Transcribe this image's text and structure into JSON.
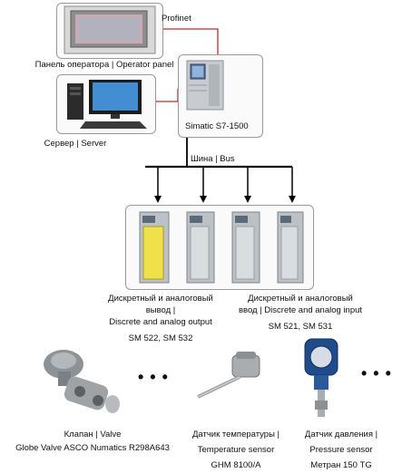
{
  "diagram": {
    "profinet_label": "Profinet",
    "operator_panel_label": "Панель оператора | Operator panel",
    "server_label": "Сервер | Server",
    "plc_label": "Simatic S7-1500",
    "bus_label": "Шина | Bus",
    "output_module": {
      "line1": "Дискретный и аналоговый",
      "line2": "вывод |",
      "line3": "Discrete and analog output",
      "model": "SM  522, SM  532"
    },
    "input_module": {
      "line1": "Дискретный и аналоговый",
      "line2": "ввод | Discrete and analog input",
      "model": "SM  521, SM  531"
    },
    "valve": {
      "line1": "Клапан | Valve",
      "line2": "Globe Valve ASCO Numatics R298A643"
    },
    "temperature_sensor": {
      "line1": "Датчик температуры |",
      "line2": "Temperature sensor",
      "model": "GHM 8100/A"
    },
    "pressure_sensor": {
      "line1": "Датчик давления |",
      "line2": "Pressure sensor",
      "model": "Метран 150 TG"
    },
    "ellipsis": "• • •"
  }
}
